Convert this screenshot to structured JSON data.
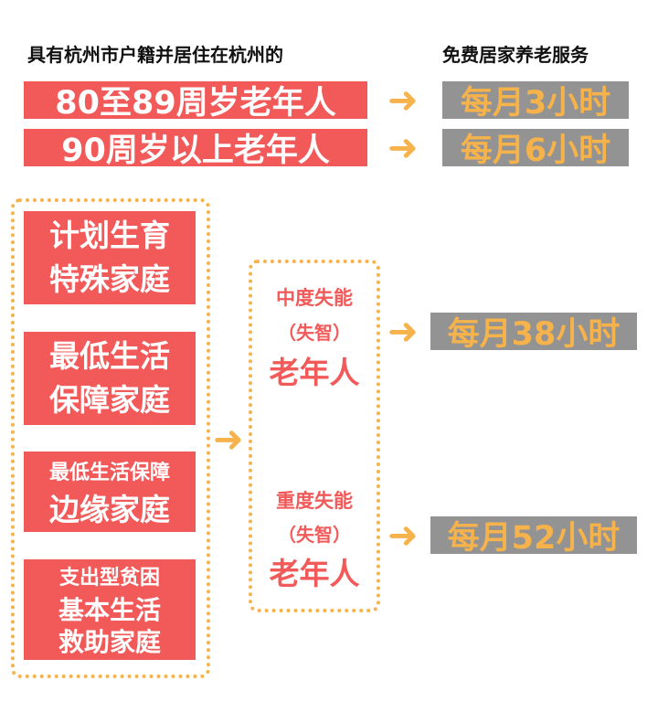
{
  "header": {
    "left": "具有杭州市户籍并居住在杭州的",
    "right": "免费居家养老服务"
  },
  "age_rows": [
    {
      "label": "80至89周岁老年人",
      "service": "每月3小时"
    },
    {
      "label": "90周岁以上老年人",
      "service": "每月6小时"
    }
  ],
  "families": [
    {
      "lines": [
        "计划生育",
        "特殊家庭"
      ]
    },
    {
      "lines": [
        "最低生活",
        "保障家庭"
      ]
    },
    {
      "lines": [
        "最低生活保障",
        "边缘家庭"
      ]
    },
    {
      "lines": [
        "支出型贫困",
        "基本生活",
        "救助家庭"
      ]
    }
  ],
  "disabled": [
    {
      "title": "中度失能",
      "sub": "（失智）",
      "label": "老年人",
      "service": "每月38小时"
    },
    {
      "title": "重度失能",
      "sub": "（失智）",
      "label": "老年人",
      "service": "每月52小时"
    }
  ],
  "colors": {
    "red": "#f25a5a",
    "gray": "#939393",
    "orange": "#f6b24b"
  },
  "icons": {
    "arrow": "arrow-right-icon"
  }
}
